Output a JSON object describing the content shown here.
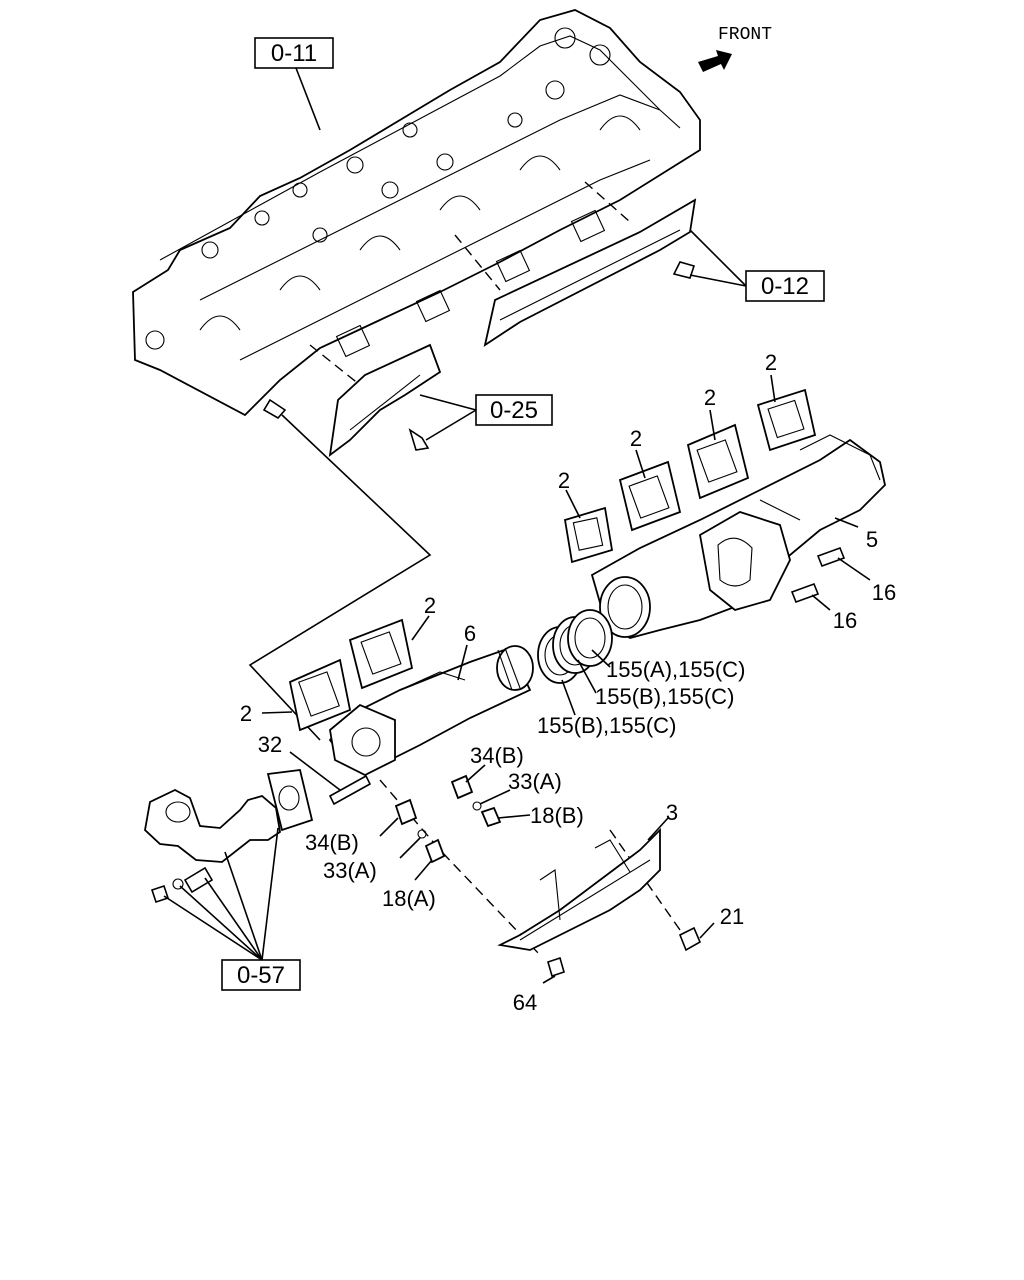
{
  "orientation": {
    "front_label": "FRONT"
  },
  "reference_boxes": {
    "cyl_head": "0-11",
    "gasket_group": "0-12",
    "heat_shield_group": "0-25",
    "pipe_group": "0-57"
  },
  "callouts": {
    "gasket_a": "2",
    "gasket_b": "2",
    "gasket_c": "2",
    "gasket_d": "2",
    "gasket_e": "2",
    "gasket_f": "2",
    "manifold_front": "5",
    "manifold_rear": "6",
    "stud_upper": "16",
    "stud_lower": "16",
    "seal_ring_a": "155(A),155(C)",
    "seal_ring_b": "155(B),155(C)",
    "seal_ring_c": "155(B),155(C)",
    "stud_rear": "32",
    "collar_upper": "34(B)",
    "washer_upper": "33(A)",
    "nut_upper": "18(B)",
    "collar_lower": "34(B)",
    "washer_lower": "33(A)",
    "nut_lower": "18(A)",
    "heat_cover": "3",
    "cover_bolt": "21",
    "cover_nut": "64"
  }
}
